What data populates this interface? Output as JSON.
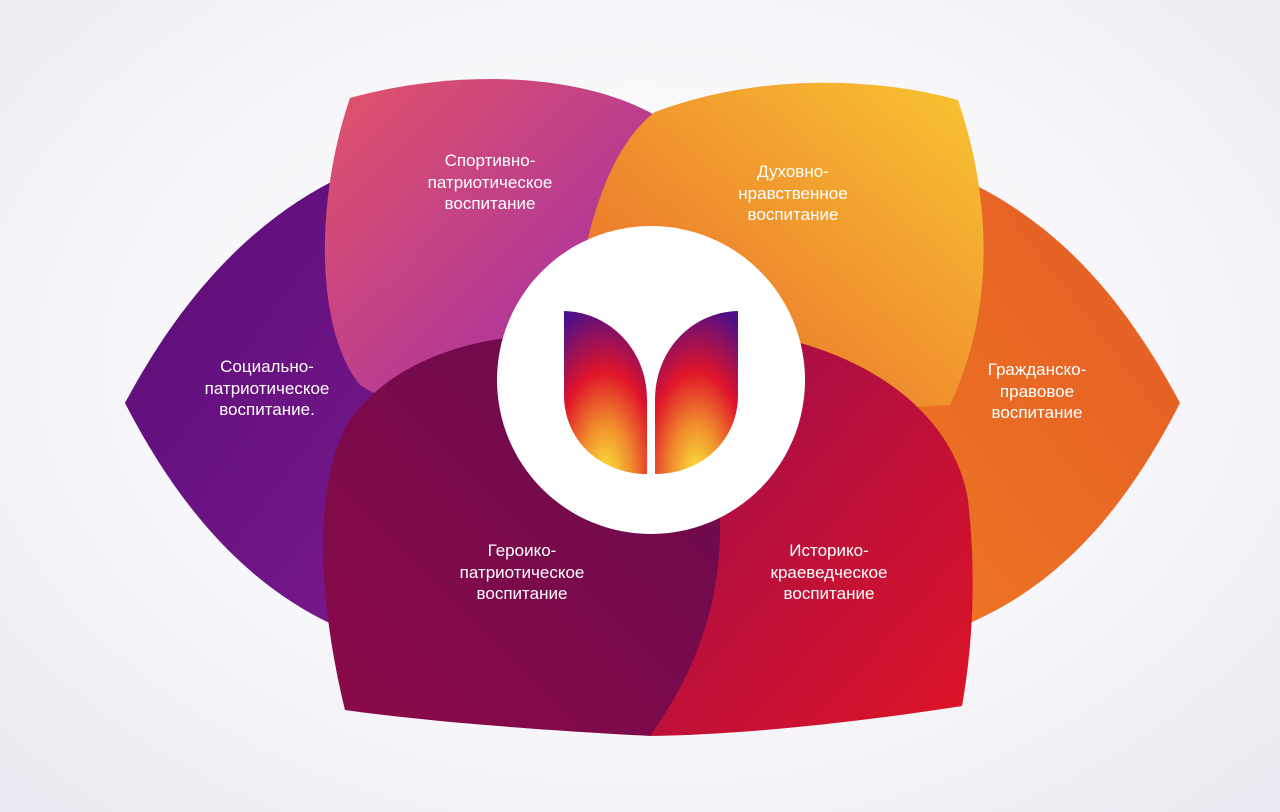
{
  "diagram": {
    "petals": [
      {
        "id": "social",
        "lines": [
          "Социально-",
          "патриотическое",
          "воспитание."
        ],
        "color_from": "#5e0f7c",
        "color_to": "#7a1a8c"
      },
      {
        "id": "civil",
        "lines": [
          "Гражданско-",
          "правовое",
          "воспитание"
        ],
        "color_from": "#e0502a",
        "color_to": "#f07a22"
      },
      {
        "id": "sport",
        "lines": [
          "Спортивно-",
          "патриотическое",
          "воспитание"
        ],
        "color_from": "#e0506c",
        "color_to": "#a02aa8"
      },
      {
        "id": "spiritual",
        "lines": [
          "Духовно-",
          "нравственное",
          "воспитание"
        ],
        "color_from": "#ea7a28",
        "color_to": "#f7c232"
      },
      {
        "id": "local-history",
        "lines": [
          "Историко-",
          "краеведческое",
          "воспитание"
        ],
        "color_from": "#a0104a",
        "color_to": "#dc1428"
      },
      {
        "id": "heroic",
        "lines": [
          "Героико-",
          "патриотическое",
          "воспитание"
        ],
        "color_from": "#8a0a48",
        "color_to": "#6a0c50"
      }
    ],
    "center_logo": "tulip-leaves-logo"
  }
}
